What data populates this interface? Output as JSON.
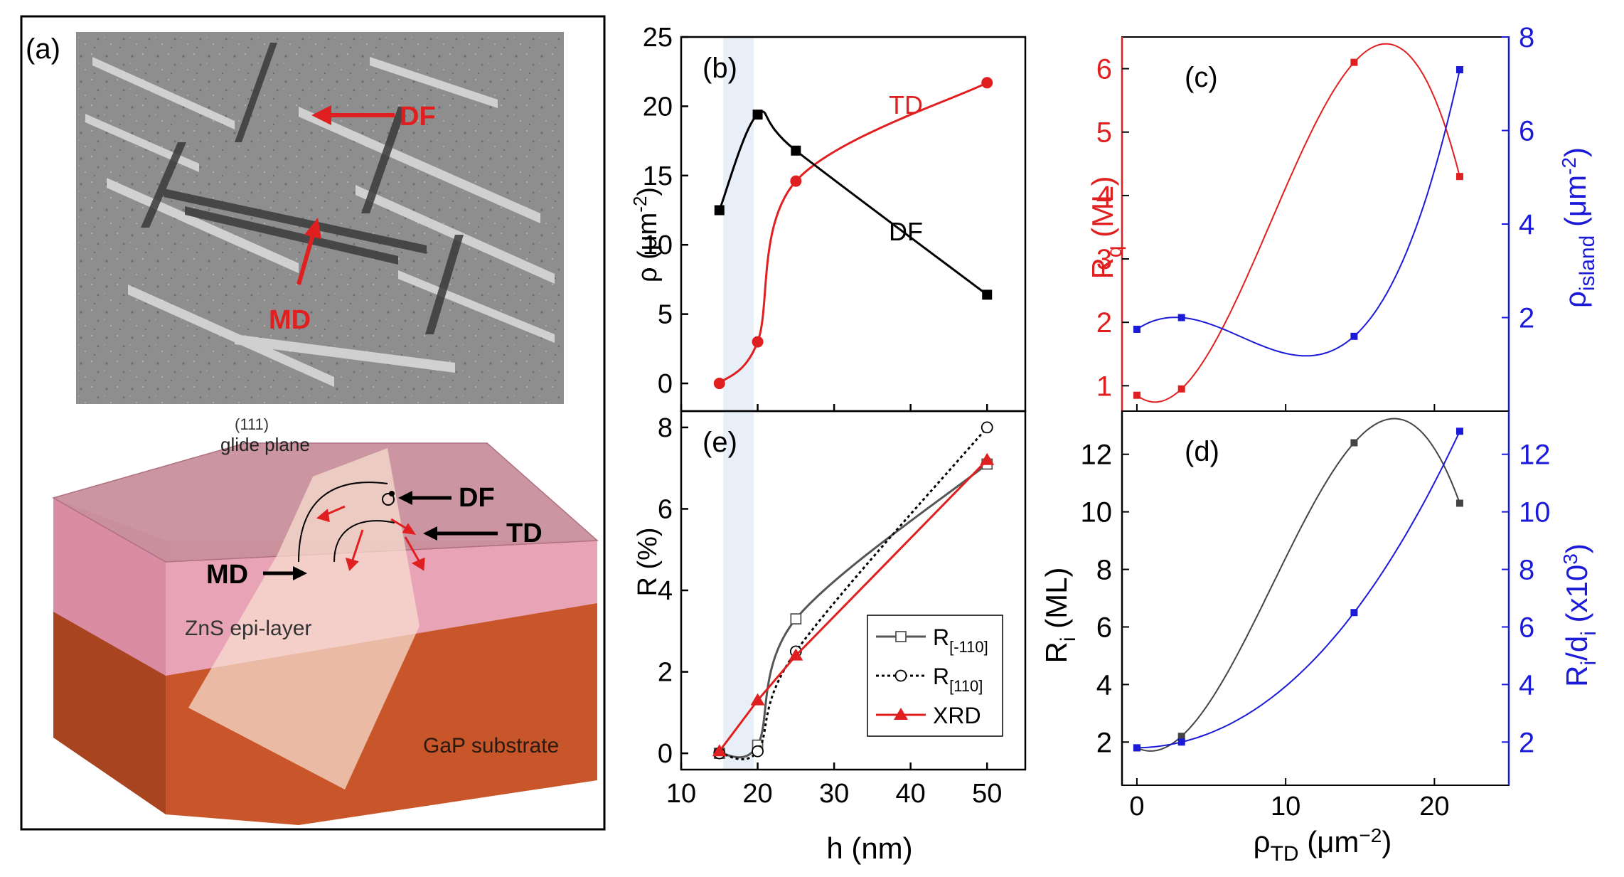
{
  "panel_a": {
    "label": "(a)",
    "sem_labels": {
      "df": "DF",
      "md": "MD"
    },
    "schematic": {
      "glide_plane_index": "(111)",
      "glide_plane_text": "glide plane",
      "df": "DF",
      "td": "TD",
      "md": "MD",
      "epi_layer": "ZnS epi-layer",
      "substrate": "GaP substrate"
    },
    "colors": {
      "arrow": "#e02020",
      "pink_top": "#c88896",
      "pink_front": "#e8a0b4",
      "orange_front": "#c85a28"
    }
  },
  "chart_data": [
    {
      "id": "b",
      "panel_label": "(b)",
      "type": "line",
      "ylabel": "ρ (μm⁻²)",
      "xlim": [
        10,
        55
      ],
      "ylim": [
        -2,
        25
      ],
      "xticks": [
        10,
        20,
        30,
        40,
        50
      ],
      "yticks": [
        0,
        5,
        10,
        15,
        20,
        25
      ],
      "highlight_band": [
        15.5,
        19.5
      ],
      "series": [
        {
          "name": "TD",
          "color": "#e02020",
          "marker": "circle",
          "x": [
            15,
            20,
            25,
            50
          ],
          "y": [
            0,
            3,
            14.6,
            21.7
          ]
        },
        {
          "name": "DF",
          "color": "#000000",
          "marker": "square",
          "x": [
            15,
            20,
            25,
            50
          ],
          "y": [
            12.5,
            19.4,
            16.8,
            6.4
          ]
        }
      ]
    },
    {
      "id": "e",
      "panel_label": "(e)",
      "type": "line",
      "xlabel": "h (nm)",
      "ylabel": "R (%)",
      "xlim": [
        10,
        55
      ],
      "ylim": [
        -0.4,
        8.4
      ],
      "xticks": [
        10,
        20,
        30,
        40,
        50
      ],
      "yticks": [
        0,
        2,
        4,
        6,
        8
      ],
      "highlight_band": [
        15.5,
        19.5
      ],
      "legend_position": "bottom-right",
      "series": [
        {
          "name": "R[-110]",
          "legend_main": "R",
          "legend_sub": "[-110]",
          "color": "#555555",
          "marker": "open-square",
          "x": [
            15,
            20,
            25,
            50
          ],
          "y": [
            0,
            0.2,
            3.3,
            7.1
          ]
        },
        {
          "name": "R[110]",
          "legend_main": "R",
          "legend_sub": "[110]",
          "color": "#000000",
          "marker": "open-circle",
          "x": [
            15,
            20,
            25,
            50
          ],
          "y": [
            0,
            0.05,
            2.5,
            8.0
          ]
        },
        {
          "name": "XRD",
          "legend_main": "XRD",
          "legend_sub": "",
          "color": "#e02020",
          "marker": "triangle",
          "x": [
            15,
            20,
            25,
            50
          ],
          "y": [
            0.05,
            1.3,
            2.4,
            7.2
          ]
        }
      ]
    },
    {
      "id": "c",
      "panel_label": "(c)",
      "type": "scatter",
      "ylabel_left": "Rq (ML)",
      "ylabel_right": "ρisland (μm⁻²)",
      "xlim": [
        -1,
        25
      ],
      "ylim_left": [
        0.6,
        6.5
      ],
      "ylim_right": [
        0,
        8
      ],
      "yticks_left": [
        1,
        2,
        3,
        4,
        5,
        6
      ],
      "yticks_right": [
        2,
        4,
        6,
        8
      ],
      "xticks": [
        0,
        10,
        20
      ],
      "series": [
        {
          "name": "Rq",
          "axis": "left",
          "color": "#e02020",
          "x": [
            0,
            3,
            14.6,
            21.7
          ],
          "y": [
            0.85,
            0.95,
            6.1,
            4.3
          ]
        },
        {
          "name": "ρisland",
          "axis": "right",
          "color": "#1a1ad8",
          "x": [
            0,
            3,
            14.6,
            21.7
          ],
          "y": [
            1.75,
            2.0,
            1.6,
            7.3
          ]
        }
      ]
    },
    {
      "id": "d",
      "panel_label": "(d)",
      "type": "scatter",
      "xlabel": "ρTD (μm⁻²)",
      "ylabel_left": "Ri (ML)",
      "ylabel_right": "Ri/di (x10³)",
      "xlim": [
        -1,
        25
      ],
      "ylim_left": [
        0.5,
        13.5
      ],
      "ylim_right": [
        0.5,
        13.5
      ],
      "yticks_left": [
        2,
        4,
        6,
        8,
        10,
        12
      ],
      "yticks_right": [
        2,
        4,
        6,
        8,
        10,
        12
      ],
      "xticks": [
        0,
        10,
        20
      ],
      "series": [
        {
          "name": "Ri",
          "axis": "left",
          "color": "#444444",
          "x": [
            0,
            3,
            14.6,
            21.7
          ],
          "y": [
            1.8,
            2.2,
            12.4,
            10.3
          ]
        },
        {
          "name": "Ri/di",
          "axis": "right",
          "color": "#1a1ad8",
          "x": [
            0,
            3,
            14.6,
            21.7
          ],
          "y": [
            1.8,
            2.0,
            6.5,
            12.8
          ]
        }
      ]
    }
  ],
  "axis_text": {
    "b_ylabel_main": "ρ (μm",
    "b_ylabel_sup": "-2",
    "b_ylabel_end": ")",
    "e_ylabel": "R (%)",
    "e_xlabel": "h (nm)",
    "c_left_main": "R",
    "c_left_sub": "q",
    "c_left_end": " (ML)",
    "c_right_main": "ρ",
    "c_right_sub": "island",
    "c_right_mid": " (μm",
    "c_right_sup": "-2",
    "c_right_end": ")",
    "d_left_main": "R",
    "d_left_sub": "i",
    "d_left_end": " (ML)",
    "d_right_main": "R",
    "d_right_sub": "i",
    "d_right_mid": "/d",
    "d_right_sub2": "i",
    "d_right_mid2": " (x10",
    "d_right_sup": "3",
    "d_right_end": ")",
    "d_xlabel_main": "ρ",
    "d_xlabel_sub": "TD",
    "d_xlabel_mid": " (μm",
    "d_xlabel_sup": "−2",
    "d_xlabel_end": ")",
    "b_series_label_td": "TD",
    "b_series_label_df": "DF"
  }
}
